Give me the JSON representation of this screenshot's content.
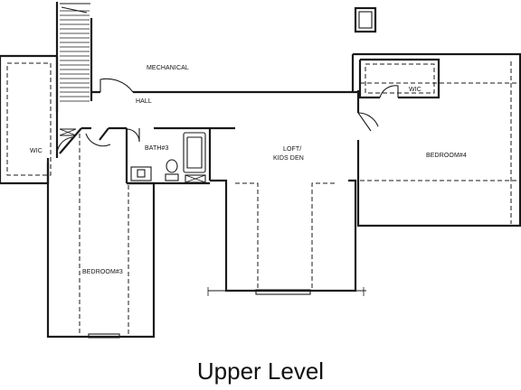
{
  "plan": {
    "title": "Upper Level",
    "rooms": {
      "mechanical": "MECHANICAL",
      "hall": "HALL",
      "wic_left": "WIC",
      "wic_right": "WIC",
      "bath3": "BATH#3",
      "loft_line1": "LOFT/",
      "loft_line2": "KIDS DEN",
      "bedroom4": "BEDROOM#4",
      "bedroom3": "BEDROOM#3"
    }
  }
}
